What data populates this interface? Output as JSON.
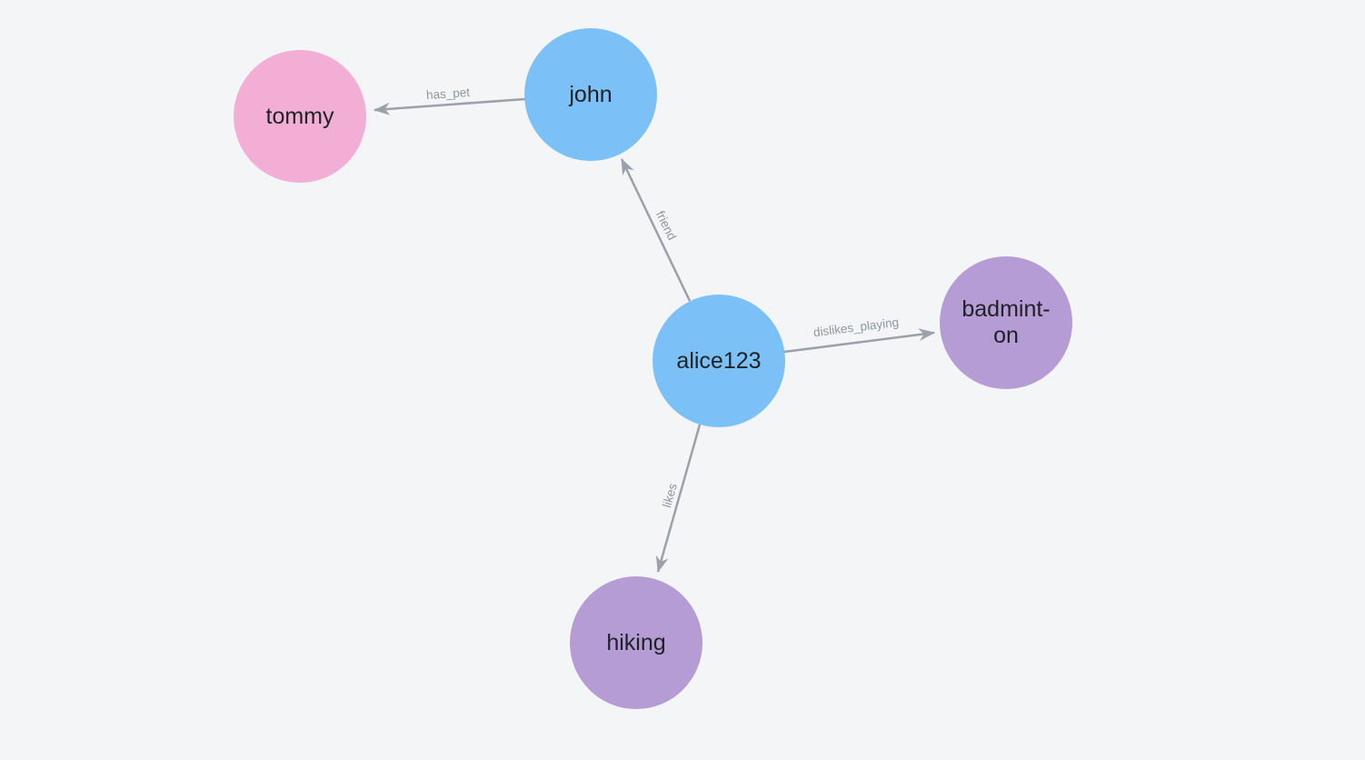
{
  "canvas": {
    "background_color": "#F4F5F6",
    "edge_color": "#9AA1AB",
    "edge_label_color": "#8E96A0",
    "node_text_color": "#1E2126"
  },
  "graph": {
    "nodes": [
      {
        "id": "tommy",
        "label": "tommy",
        "lines": [
          "tommy"
        ],
        "type": "pet",
        "color": "#F3AED6"
      },
      {
        "id": "john",
        "label": "john",
        "lines": [
          "john"
        ],
        "type": "person",
        "color": "#7CC0F8"
      },
      {
        "id": "alice123",
        "label": "alice123",
        "lines": [
          "alice123"
        ],
        "type": "person",
        "color": "#7CC0F8"
      },
      {
        "id": "badminton",
        "label": "badminton",
        "lines": [
          "badmint-",
          "on"
        ],
        "type": "activity",
        "color": "#B59CD5"
      },
      {
        "id": "hiking",
        "label": "hiking",
        "lines": [
          "hiking"
        ],
        "type": "activity",
        "color": "#B59CD5"
      }
    ],
    "edges": [
      {
        "label": "has_pet",
        "from": "john",
        "to": "tommy"
      },
      {
        "label": "friend",
        "from": "alice123",
        "to": "john"
      },
      {
        "label": "dislikes_playing",
        "from": "alice123",
        "to": "badminton"
      },
      {
        "label": "likes",
        "from": "alice123",
        "to": "hiking"
      }
    ]
  }
}
